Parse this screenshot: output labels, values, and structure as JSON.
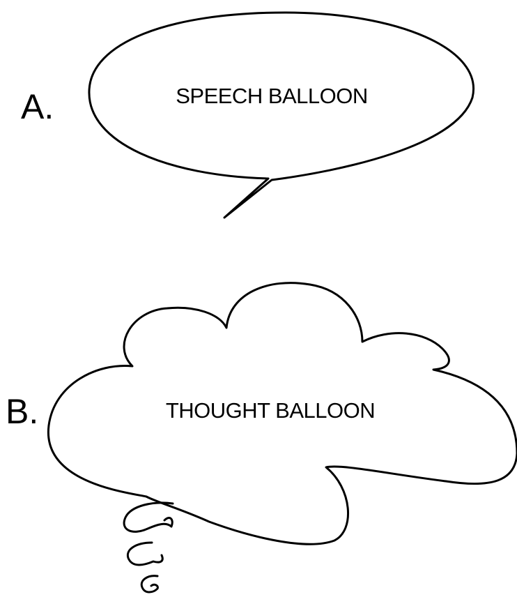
{
  "panels": [
    {
      "letter": "A.",
      "balloon_text": "SPEECH BALLOON"
    },
    {
      "letter": "B.",
      "balloon_text": "THOUGHT BALLOON"
    }
  ]
}
